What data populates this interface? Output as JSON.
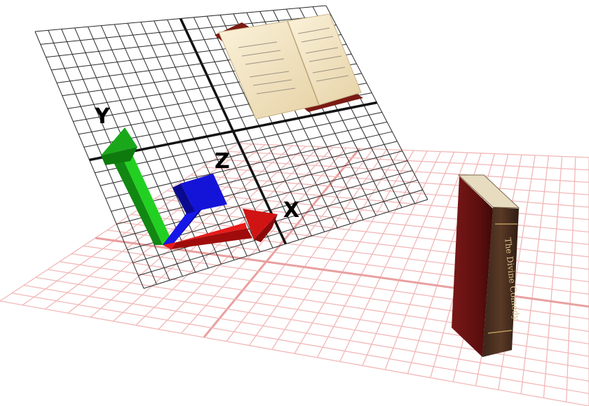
{
  "axes": {
    "x_label": "X",
    "y_label": "Y",
    "z_label": "Z"
  },
  "book": {
    "spine_title": "The Divine Comedy"
  },
  "colors": {
    "x_arrow": "#e01010",
    "y_arrow": "#22d022",
    "z_arrow": "#1010e0",
    "floor_grid": "#f2b8b8",
    "plane_grid": "#2a2a2a",
    "book_cover": "#6e1414",
    "open_book_pages": "#f3e6c4"
  },
  "icons": {
    "axis_gizmo": "xyz-axis-arrows-icon",
    "open_book": "open-book-icon",
    "closed_book": "closed-book-icon"
  }
}
